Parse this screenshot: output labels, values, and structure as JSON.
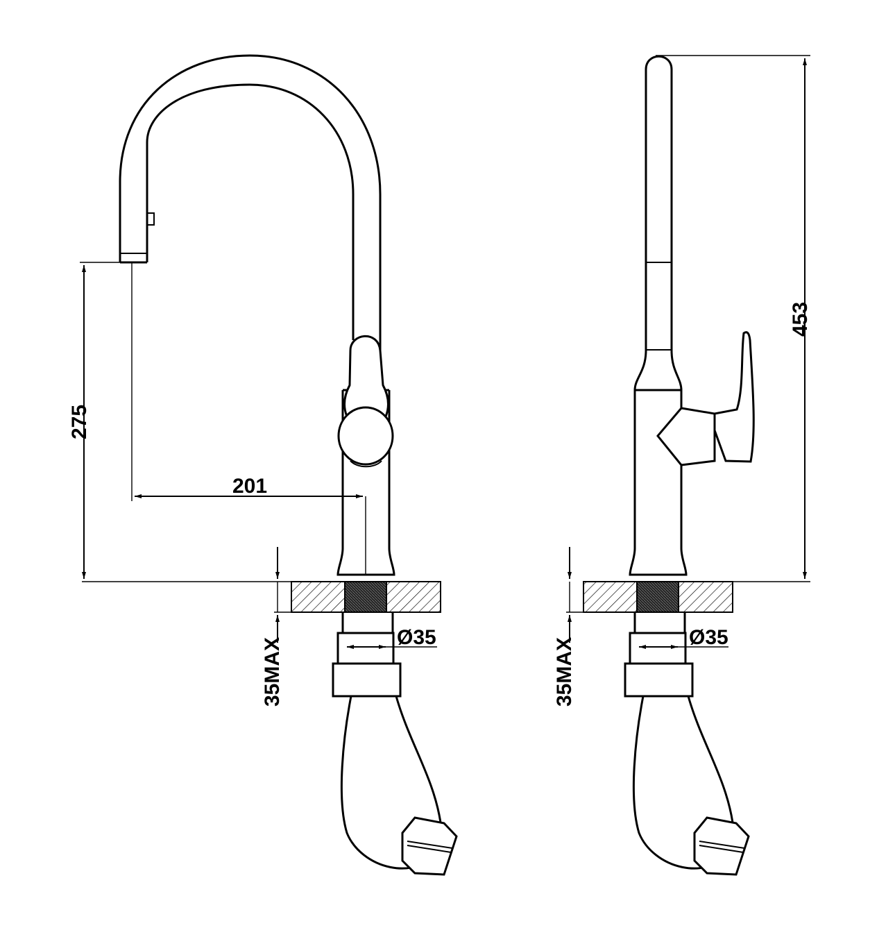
{
  "front_view": {
    "height_spout": "275",
    "reach": "201",
    "deck_max": "35MAX",
    "hole_diameter": "Ø35"
  },
  "side_view": {
    "overall_height": "453",
    "deck_max": "35MAX",
    "hole_diameter": "Ø35"
  }
}
